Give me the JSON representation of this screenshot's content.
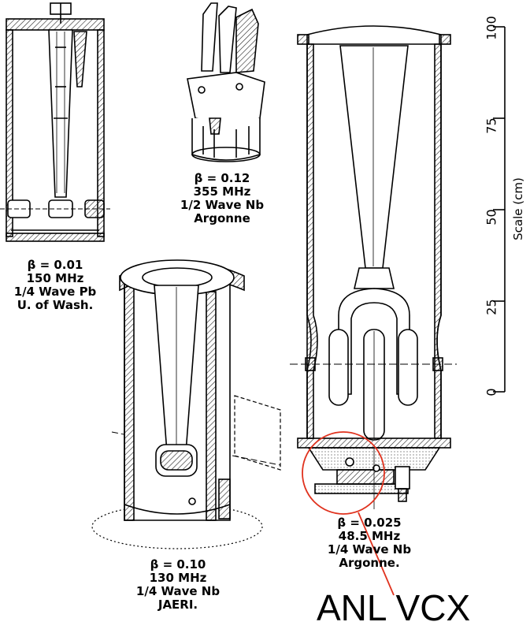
{
  "cavities": [
    {
      "beta": "β = 0.01",
      "freq": "150 MHz",
      "type": "1/4 Wave Pb",
      "lab": "U. of Wash."
    },
    {
      "beta": "β = 0.12",
      "freq": "355 MHz",
      "type": "1/2 Wave Nb",
      "lab": "Argonne"
    },
    {
      "beta": "β = 0.10",
      "freq": "130 MHz",
      "type": "1/4 Wave Nb",
      "lab": "JAERI."
    },
    {
      "beta": "β = 0.025",
      "freq": "48.5 MHz",
      "type": "1/4 Wave Nb",
      "lab": "Argonne."
    }
  ],
  "scale": {
    "label": "Scale (cm)",
    "ticks": [
      "100",
      "75",
      "50",
      "25",
      "0"
    ]
  },
  "callout": {
    "label": "ANL VCX",
    "color": "#e0321e"
  },
  "colors": {
    "ink": "#000000",
    "hatch": "#333333",
    "paper": "#ffffff"
  }
}
